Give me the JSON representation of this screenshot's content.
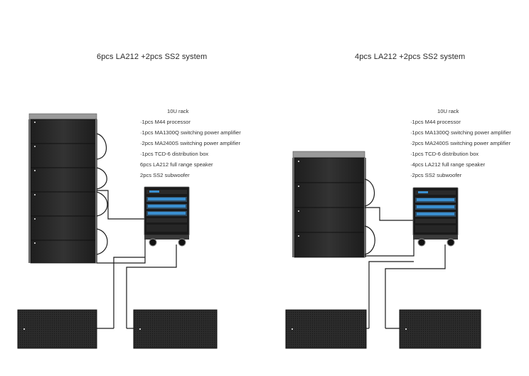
{
  "left": {
    "title": "6pcs LA212 +2pcs SS2 system",
    "rack_label": "10U rack",
    "items": [
      "·1pcs M44 processor",
      "·1pcs MA1300Q switching power amplifier",
      "·2pcs MA2400S switching power amplifier",
      "·1pcs TCD-6 distribution box",
      "6pcs LA212 full range speaker",
      "2pcs SS2 subwoofer"
    ]
  },
  "right": {
    "title": "4pcs LA212 +2pcs SS2 system",
    "rack_label": "10U rack",
    "items": [
      "·1pcs M44 processor",
      "·1pcs MA1300Q switching power amplifier",
      "·2pcs MA2400S switching power amplifier",
      "·1pcs TCD-6 distribution box",
      "·4pcs LA212 full range speaker",
      "·2pcs SS2 subwoofer"
    ]
  },
  "colors": {
    "speaker": "#2b2b2b",
    "speaker_edge": "#111111",
    "rack_panel": "#3a8fd0",
    "cable": "#1a1a1a"
  }
}
